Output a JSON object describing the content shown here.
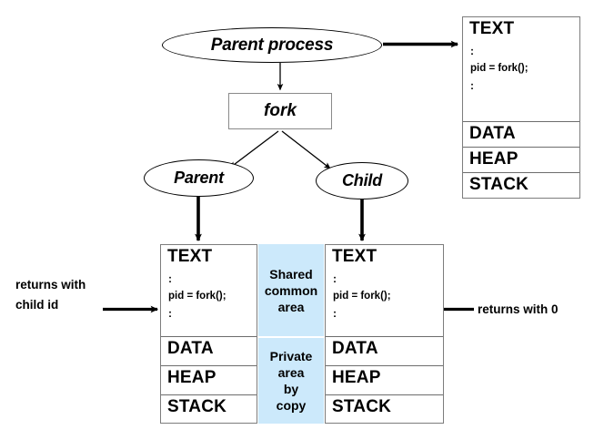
{
  "diagram": {
    "title": "fork() process memory diagram",
    "colors": {
      "shared_area_fill": "#cce9fb",
      "private_area_fill": "#cce9fb",
      "line": "#000000",
      "box_border": "#7d7d7d",
      "background": "#ffffff"
    }
  },
  "nodes": {
    "parent_process": {
      "label": "Parent process"
    },
    "fork": {
      "label": "fork"
    },
    "parent": {
      "label": "Parent"
    },
    "child": {
      "label": "Child"
    }
  },
  "memory_blocks": {
    "parent_initial": {
      "name": "parent-initial-memory",
      "segments": [
        {
          "id": "text",
          "title": "TEXT",
          "lines": [
            ":",
            "pid = fork();",
            ":"
          ]
        },
        {
          "id": "data",
          "title": "DATA",
          "lines": []
        },
        {
          "id": "heap",
          "title": "HEAP",
          "lines": []
        },
        {
          "id": "stack",
          "title": "STACK",
          "lines": []
        }
      ]
    },
    "parent_after": {
      "name": "parent-memory",
      "segments": [
        {
          "id": "text",
          "title": "TEXT",
          "lines": [
            ":",
            "pid = fork();",
            ":"
          ]
        },
        {
          "id": "data",
          "title": "DATA",
          "lines": []
        },
        {
          "id": "heap",
          "title": "HEAP",
          "lines": []
        },
        {
          "id": "stack",
          "title": "STACK",
          "lines": []
        }
      ]
    },
    "child_after": {
      "name": "child-memory",
      "segments": [
        {
          "id": "text",
          "title": "TEXT",
          "lines": [
            ":",
            "pid = fork();",
            ":"
          ]
        },
        {
          "id": "data",
          "title": "DATA",
          "lines": []
        },
        {
          "id": "heap",
          "title": "HEAP",
          "lines": []
        },
        {
          "id": "stack",
          "title": "STACK",
          "lines": []
        }
      ]
    }
  },
  "regions": {
    "shared_common_area": {
      "lines": [
        "Shared",
        "common",
        "area"
      ]
    },
    "private_area": {
      "lines": [
        "Private",
        "area",
        "by",
        "copy"
      ]
    }
  },
  "annotations": {
    "returns_with_child_id": {
      "lines": [
        "returns with",
        "child id"
      ]
    },
    "returns_with_zero": {
      "lines": [
        "returns with 0"
      ]
    }
  },
  "edges": [
    {
      "from": "parent_process",
      "to": "parent_initial_memory",
      "style": "thick-arrow"
    },
    {
      "from": "parent_process",
      "to": "fork",
      "style": "thin-arrow"
    },
    {
      "from": "fork",
      "to": "parent",
      "style": "thin-arrow"
    },
    {
      "from": "fork",
      "to": "child",
      "style": "thin-arrow"
    },
    {
      "from": "parent",
      "to": "parent_memory",
      "style": "thick-arrow"
    },
    {
      "from": "child",
      "to": "child_memory",
      "style": "thick-arrow"
    },
    {
      "from": "returns_with_child_id",
      "to": "parent_memory_text",
      "style": "thick-arrow"
    },
    {
      "from": "returns_with_zero",
      "to": "child_memory_text",
      "style": "thick-arrow"
    }
  ]
}
